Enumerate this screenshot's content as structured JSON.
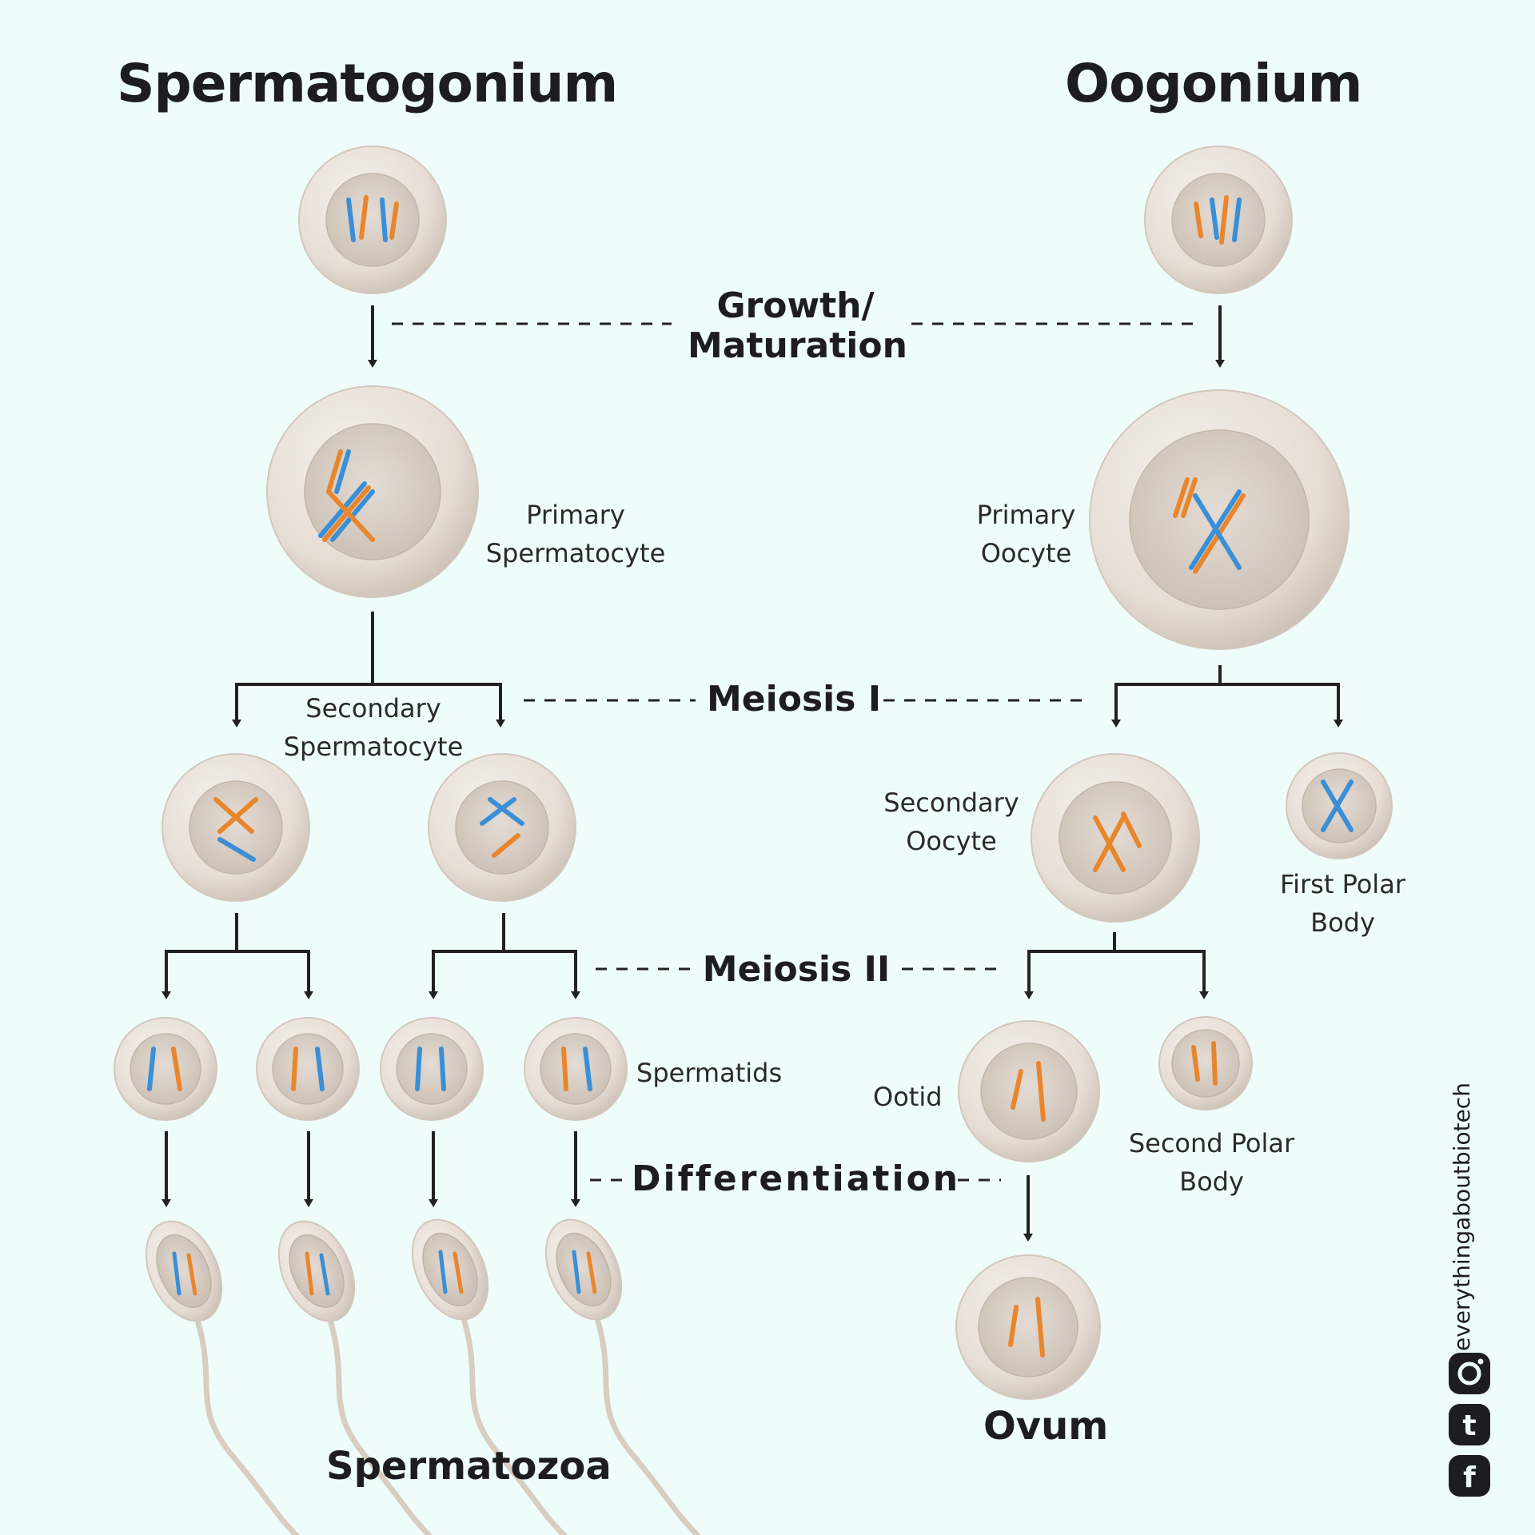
{
  "titles": {
    "male": "Spermatogonium",
    "female": "Oogonium"
  },
  "stages": {
    "growth_line1": "Growth/",
    "growth_line2": "Maturation",
    "meiosis1": "Meiosis I",
    "meiosis2": "Meiosis II",
    "differentiation": "Differentiation"
  },
  "labels": {
    "primary_spermatocyte_1": "Primary",
    "primary_spermatocyte_2": "Spermatocyte",
    "primary_oocyte_1": "Primary",
    "primary_oocyte_2": "Oocyte",
    "secondary_spermatocyte_1": "Secondary",
    "secondary_spermatocyte_2": "Spermatocyte",
    "secondary_oocyte_1": "Secondary",
    "secondary_oocyte_2": "Oocyte",
    "first_polar_body_1": "First Polar",
    "first_polar_body_2": "Body",
    "spermatids": "Spermatids",
    "ootid": "Ootid",
    "second_polar_body_1": "Second Polar",
    "second_polar_body_2": "Body",
    "spermatozoa": "Spermatozoa",
    "ovum": "Ovum"
  },
  "brand": {
    "handle": "everythingaboutbiotech",
    "icons": [
      "facebook-icon",
      "tumblr-icon",
      "instagram-icon"
    ]
  },
  "colors": {
    "background": "#effdfa",
    "cell": "#e6ddd5",
    "nucleus": "#d6ccc3",
    "chromosome_blue": "#3a8fd6",
    "chromosome_orange": "#e8862d",
    "arrow": "#222222"
  }
}
